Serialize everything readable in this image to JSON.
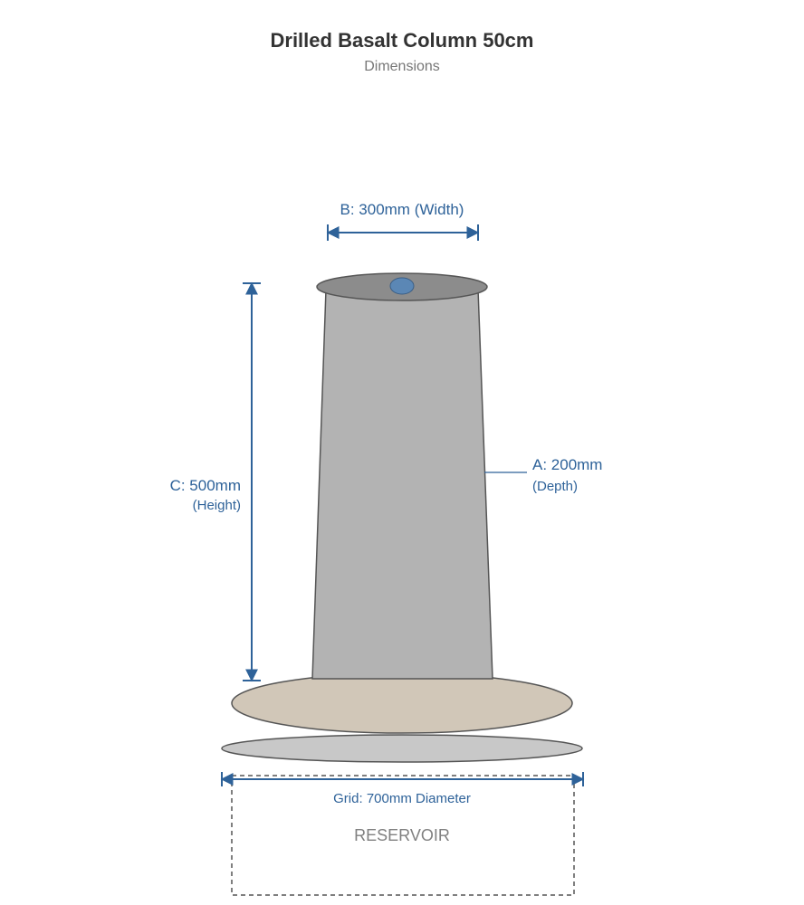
{
  "title": "Drilled Basalt Column 50cm",
  "subtitle": "Dimensions",
  "dimensions": {
    "width": {
      "label": "B: 300mm (Width)"
    },
    "height": {
      "label": "C: 500mm",
      "sub": "(Height)"
    },
    "depth": {
      "label": "A: 200mm",
      "sub": "(Depth)"
    },
    "grid": {
      "label": "Grid: 700mm Diameter"
    }
  },
  "reservoir_label": "RESERVOIR",
  "colors": {
    "dimension": "#2e6299",
    "column_body": "#b3b3b3",
    "column_top": "#8c8c8c",
    "drill_hole": "#5b87b5",
    "base_stone": "#d1c7b8",
    "grid_plate": "#c8c8c8"
  }
}
